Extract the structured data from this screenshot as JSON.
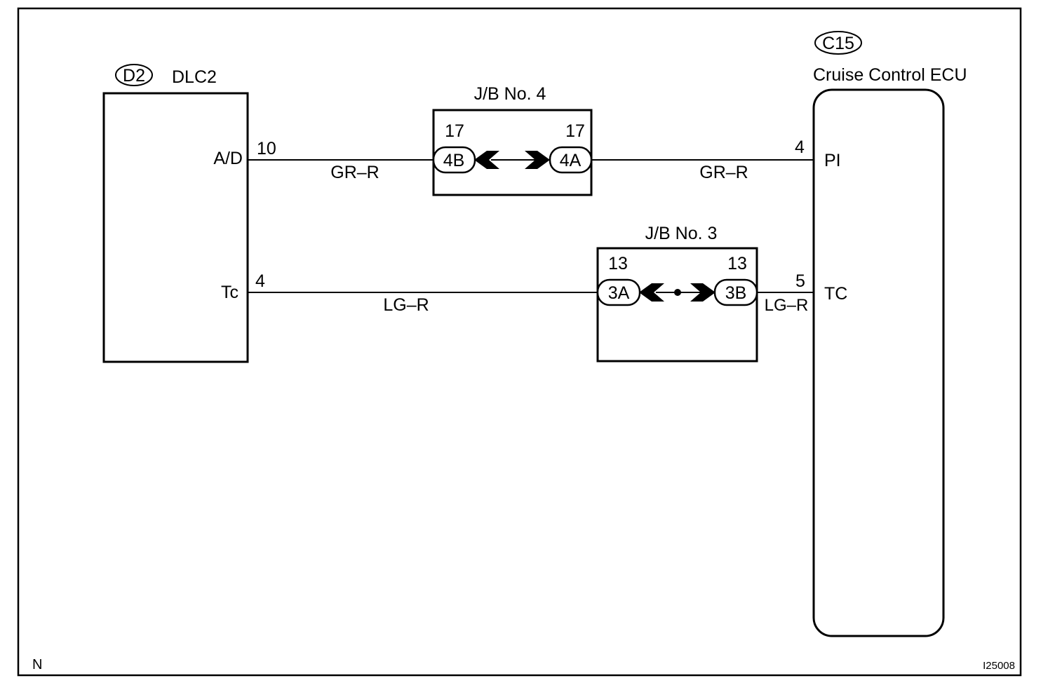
{
  "dlc2": {
    "code": "D2",
    "name": "DLC2",
    "pin_ad_label": "A/D",
    "pin_ad_number": "10",
    "pin_tc_label": "Tc",
    "pin_tc_number": "4"
  },
  "jb4": {
    "title": "J/B No. 4",
    "left_pin": "17",
    "right_pin": "17",
    "left_connector": "4B",
    "right_connector": "4A"
  },
  "jb3": {
    "title": "J/B No. 3",
    "left_pin": "13",
    "right_pin": "13",
    "left_connector": "3A",
    "right_connector": "3B"
  },
  "ecu": {
    "code": "C15",
    "name": "Cruise Control ECU",
    "pin_pi_label": "PI",
    "pin_pi_number": "4",
    "pin_tc_label": "TC",
    "pin_tc_number": "5"
  },
  "wires": {
    "ad_left": "GR–R",
    "ad_right": "GR–R",
    "tc_left": "LG–R",
    "tc_right": "LG–R"
  },
  "footer": {
    "left_code": "N",
    "right_code": "I25008"
  }
}
